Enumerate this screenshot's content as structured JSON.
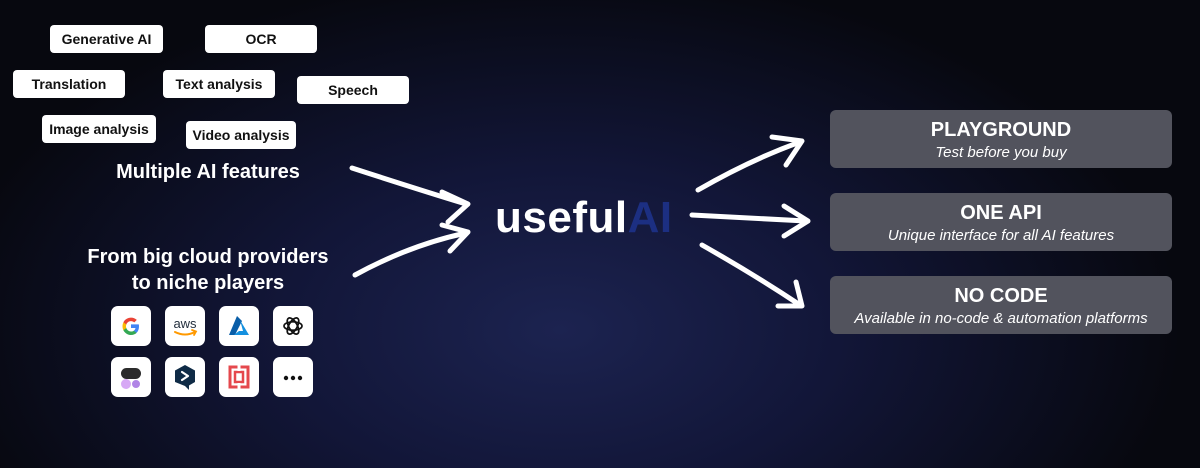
{
  "features": {
    "chips": [
      {
        "label": "Generative AI"
      },
      {
        "label": "OCR"
      },
      {
        "label": "Translation"
      },
      {
        "label": "Text analysis"
      },
      {
        "label": "Speech"
      },
      {
        "label": "Image analysis"
      },
      {
        "label": "Video analysis"
      }
    ],
    "heading": "Multiple AI features"
  },
  "providers": {
    "heading_line1": "From big cloud providers",
    "heading_line2": "to niche players",
    "logos": [
      {
        "icon": "google-icon",
        "color": "#4285F4"
      },
      {
        "icon": "aws-icon",
        "label": "aws",
        "color": "#232F3E"
      },
      {
        "icon": "azure-icon",
        "color": "#0078D4"
      },
      {
        "icon": "openai-icon",
        "color": "#111111"
      },
      {
        "icon": "assemblyai-icon",
        "color": "#2b2b2b"
      },
      {
        "icon": "deepl-icon",
        "color": "#0F2B46"
      },
      {
        "icon": "eden-ai-icon",
        "color": "#E5484D"
      },
      {
        "icon": "more-icon",
        "label": "...",
        "color": "#111111"
      }
    ]
  },
  "brand": {
    "prefix": "useful",
    "suffix": "AI",
    "suffix_color": "#1c2f82"
  },
  "offerings": [
    {
      "title": "PLAYGROUND",
      "subtitle": "Test before you buy"
    },
    {
      "title": "ONE API",
      "subtitle": "Unique interface for all AI features"
    },
    {
      "title": "NO CODE",
      "subtitle": "Available in no-code & automation platforms"
    }
  ]
}
